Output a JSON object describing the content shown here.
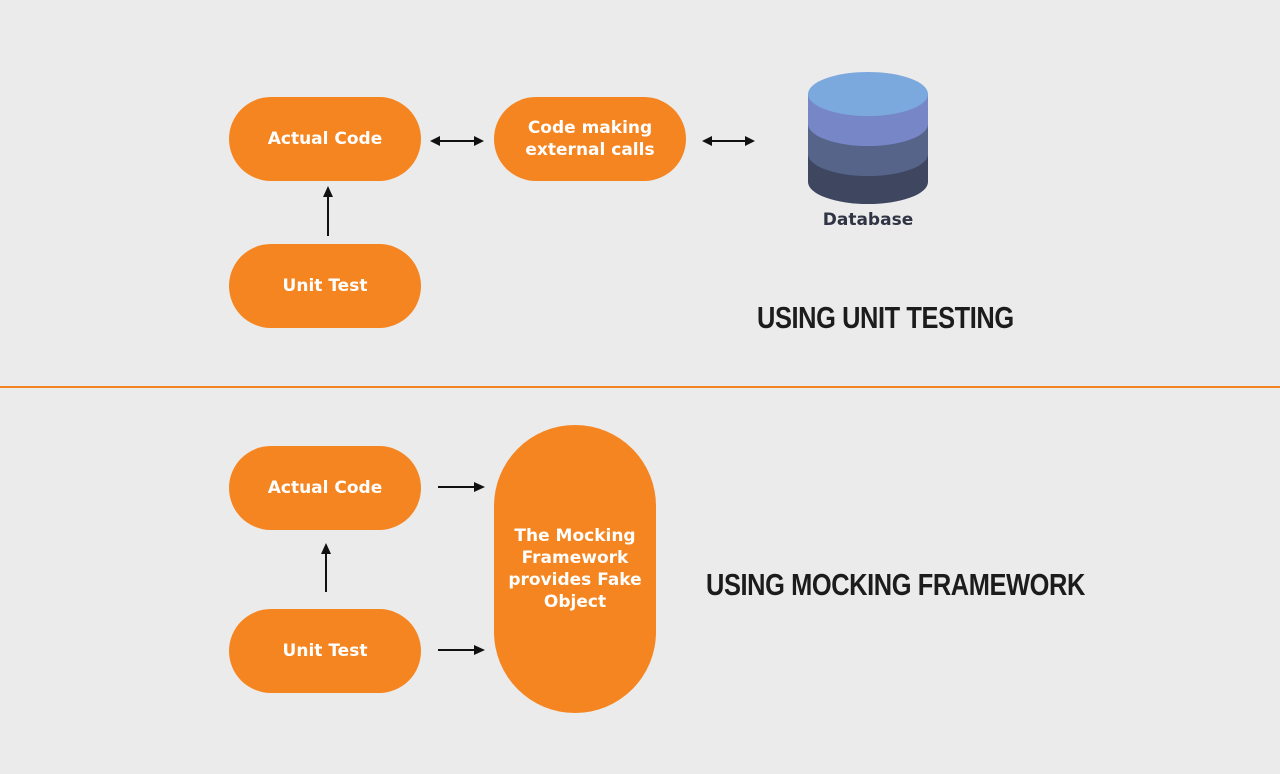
{
  "colors": {
    "background": "#ebebeb",
    "accent_orange": "#f58520",
    "node_text": "#ffffff",
    "heading_text": "#1c1c1c",
    "database_layers": [
      "#7ba9de",
      "#7786c6",
      "#56648a",
      "#3f4760"
    ]
  },
  "top_section": {
    "actual_code": "Actual Code",
    "external_calls": "Code making\nexternal calls",
    "unit_test": "Unit Test",
    "database_label": "Database",
    "heading": "USING UNIT TESTING"
  },
  "bottom_section": {
    "actual_code": "Actual Code",
    "unit_test": "Unit Test",
    "mocking_framework": "The Mocking\nFramework\nprovides Fake\nObject",
    "heading": "USING MOCKING FRAMEWORK"
  },
  "icons": {
    "database": "database-icon",
    "arrows": [
      "double-arrow-icon",
      "up-arrow-icon",
      "right-arrow-icon"
    ]
  }
}
